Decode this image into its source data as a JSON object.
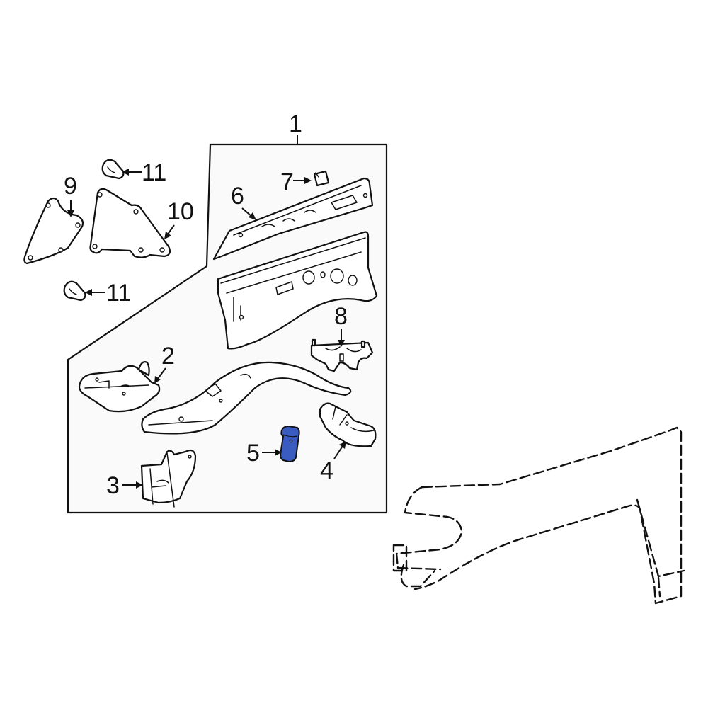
{
  "diagram": {
    "title": "Front fender apron components exploded view",
    "group_callout": "1",
    "colors": {
      "highlight": "#3a5bbf",
      "line": "#111111",
      "box_fill": "#fafafa"
    },
    "callouts": [
      {
        "id": "1",
        "label": "1",
        "part": "Apron assembly (group)"
      },
      {
        "id": "2",
        "label": "2",
        "part": "Front bracket"
      },
      {
        "id": "3",
        "label": "3",
        "part": "Lower bracket"
      },
      {
        "id": "4",
        "label": "4",
        "part": "Rear extension"
      },
      {
        "id": "5",
        "label": "5",
        "part": "Reinforcement (highlighted)"
      },
      {
        "id": "6",
        "label": "6",
        "part": "Upper rail"
      },
      {
        "id": "7",
        "label": "7",
        "part": "Clip"
      },
      {
        "id": "8",
        "label": "8",
        "part": "Mount bracket"
      },
      {
        "id": "9",
        "label": "9",
        "part": "Seal"
      },
      {
        "id": "10",
        "label": "10",
        "part": "Seal"
      },
      {
        "id": "11a",
        "label": "11",
        "part": "Plug"
      },
      {
        "id": "11b",
        "label": "11",
        "part": "Plug"
      }
    ],
    "reference_part": "Fender (dashed outline, not included)"
  }
}
